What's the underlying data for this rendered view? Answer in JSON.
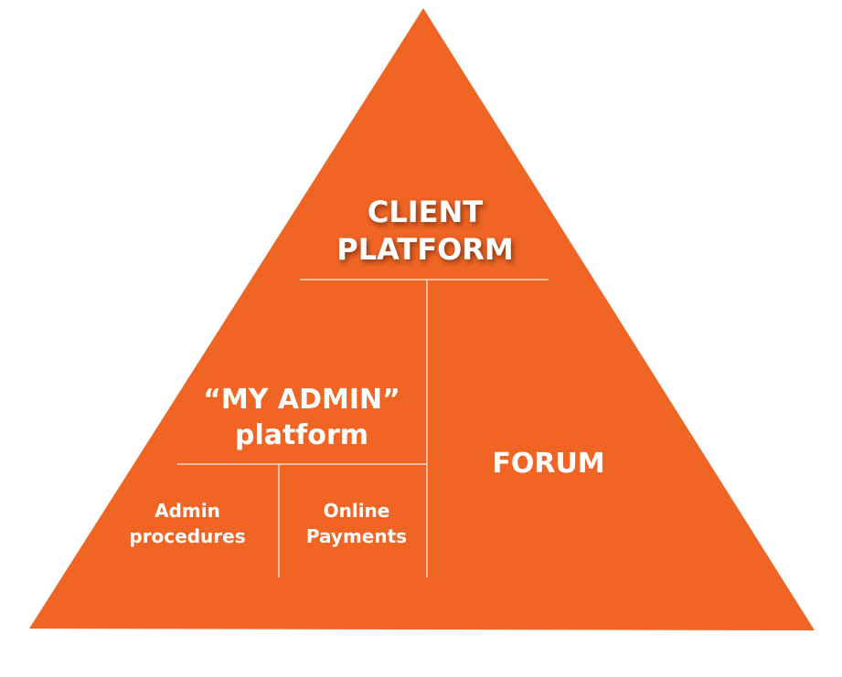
{
  "diagram": {
    "fill_color": "#F06424",
    "line_color": "#F2D7C8",
    "client_platform": {
      "line1": "CLIENT",
      "line2": "PLATFORM"
    },
    "my_admin_platform": {
      "line1": "“MY ADMIN”",
      "line2": "platform"
    },
    "forum": "FORUM",
    "admin_procedures": {
      "line1": "Admin",
      "line2": "procedures"
    },
    "online_payments": {
      "line1": "Online",
      "line2": "Payments"
    }
  }
}
